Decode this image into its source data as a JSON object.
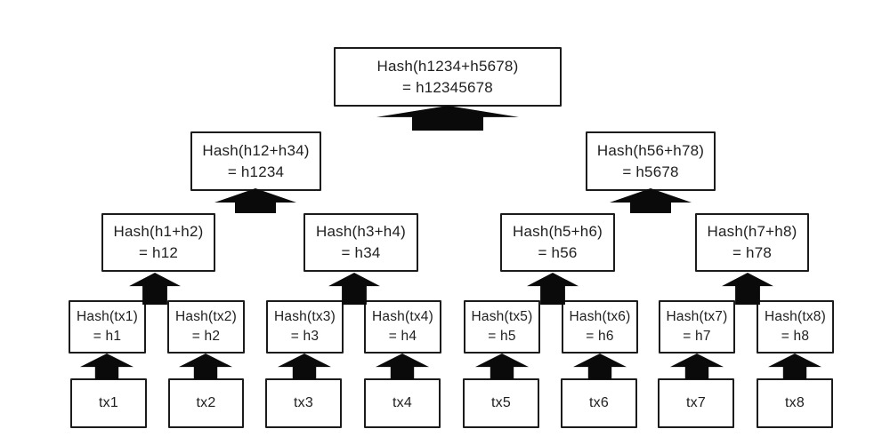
{
  "tree": {
    "root": {
      "label": "Hash(h1234+h5678)",
      "result": "= h12345678"
    },
    "level2": [
      {
        "label": "Hash(h12+h34)",
        "result": "= h1234"
      },
      {
        "label": "Hash(h56+h78)",
        "result": "= h5678"
      }
    ],
    "level3": [
      {
        "label": "Hash(h1+h2)",
        "result": "= h12"
      },
      {
        "label": "Hash(h3+h4)",
        "result": "= h34"
      },
      {
        "label": "Hash(h5+h6)",
        "result": "= h56"
      },
      {
        "label": "Hash(h7+h8)",
        "result": "= h78"
      }
    ],
    "level4": [
      {
        "label": "Hash(tx1)",
        "result": "= h1"
      },
      {
        "label": "Hash(tx2)",
        "result": "= h2"
      },
      {
        "label": "Hash(tx3)",
        "result": "= h3"
      },
      {
        "label": "Hash(tx4)",
        "result": "= h4"
      },
      {
        "label": "Hash(tx5)",
        "result": "= h5"
      },
      {
        "label": "Hash(tx6)",
        "result": "= h6"
      },
      {
        "label": "Hash(tx7)",
        "result": "= h7"
      },
      {
        "label": "Hash(tx8)",
        "result": "= h8"
      }
    ],
    "transactions": [
      {
        "label": "tx1"
      },
      {
        "label": "tx2"
      },
      {
        "label": "tx3"
      },
      {
        "label": "tx4"
      },
      {
        "label": "tx5"
      },
      {
        "label": "tx6"
      },
      {
        "label": "tx7"
      },
      {
        "label": "tx8"
      }
    ],
    "icons": {
      "connector": "black-up-arrow"
    },
    "colors": {
      "background": "#ffffff",
      "box_border": "#1b1b1b",
      "arrow_fill": "#0a0a0a",
      "text": "#1f1f1f"
    }
  }
}
